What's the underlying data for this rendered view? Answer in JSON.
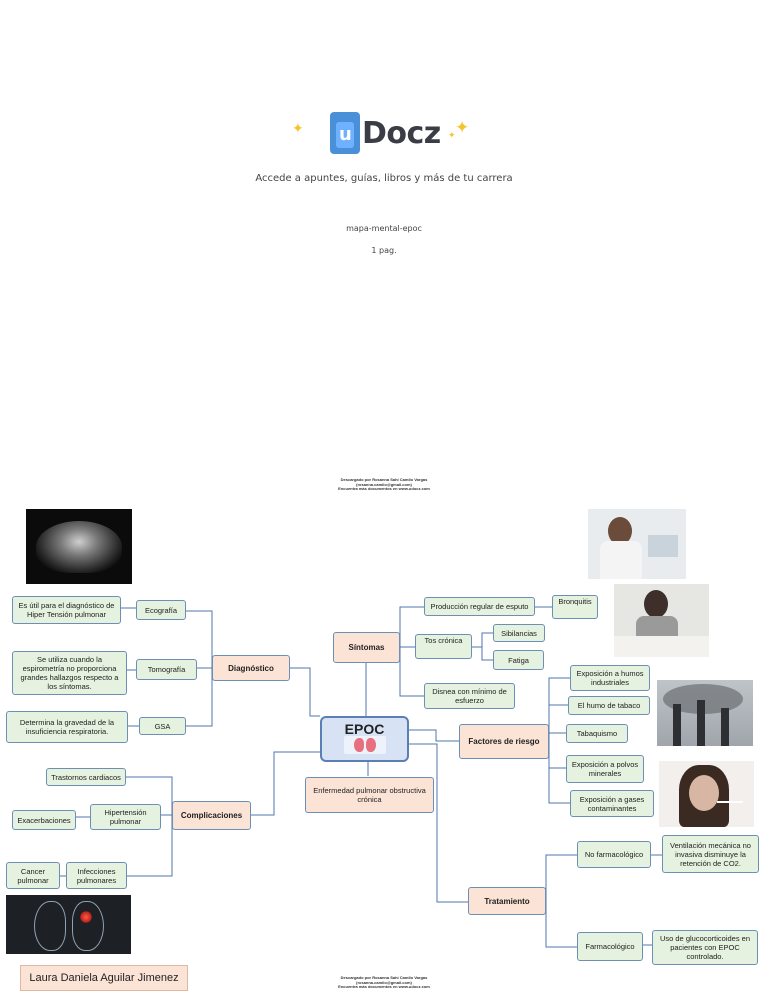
{
  "brand": {
    "name": "Docz",
    "mark": "u"
  },
  "tagline": "Accede a apuntes, guías, libros y más de tu carrera",
  "doc_name": "mapa-mental-epoc",
  "pages": "1 pag.",
  "download_note": [
    "Descargado por Rosanna Sahí Camilo Vargas",
    "(rosanna.camilo@gmail.com)",
    "Encuentra más documentos en www.udocz.com"
  ],
  "map": {
    "center": "EPOC",
    "definition": "Enfermedad pulmonar obstructiva crónica",
    "branches": {
      "sintomas": "Síntomas",
      "diagnostico": "Diagnóstico",
      "factores": "Factores de riesgo",
      "complicaciones": "Complicaciones",
      "tratamiento": "Tratamiento"
    },
    "sintomas": [
      "Producción regular de esputo",
      "Bronquitis",
      "Tos crónica",
      "Sibilancias",
      "Fatiga",
      "Disnea con mínimo de esfuerzo"
    ],
    "diagnostico": {
      "ecografia": "Ecografía",
      "ecografia_desc": "Es útil para el diagnóstico de Hiper Tensión pulmonar",
      "tomografia": "Tomografía",
      "tomografia_desc": "Se utiliza cuando la espirometría no proporciona grandes hallazgos respecto a los síntomas.",
      "gsa": "GSA",
      "gsa_desc": "Determina la gravedad de la insuficiencia respiratoria."
    },
    "factores": [
      "Exposición a humos industriales",
      "El humo de tabaco",
      "Tabaquismo",
      "Exposición a polvos minerales",
      "Exposición a gases contaminantes"
    ],
    "complicaciones": [
      "Trastornos cardiacos",
      "Hipertensión pulmonar",
      "Exacerbaciones",
      "Infecciones pulmonares",
      "Cancer pulmonar"
    ],
    "tratamiento": {
      "no_farm": "No farmacológico",
      "no_farm_desc": "Ventilación mecánica no invasiva disminuye la retención de CO2.",
      "farm": "Farmacológico",
      "farm_desc": "Uso de glucocorticoides en pacientes con EPOC controlado."
    }
  },
  "author": "Laura Daniela Aguilar Jimenez",
  "colors": {
    "green": "#e4f2df",
    "peach": "#fbe3d6",
    "center": "#d8e2f5",
    "line": "#4f74ae"
  }
}
